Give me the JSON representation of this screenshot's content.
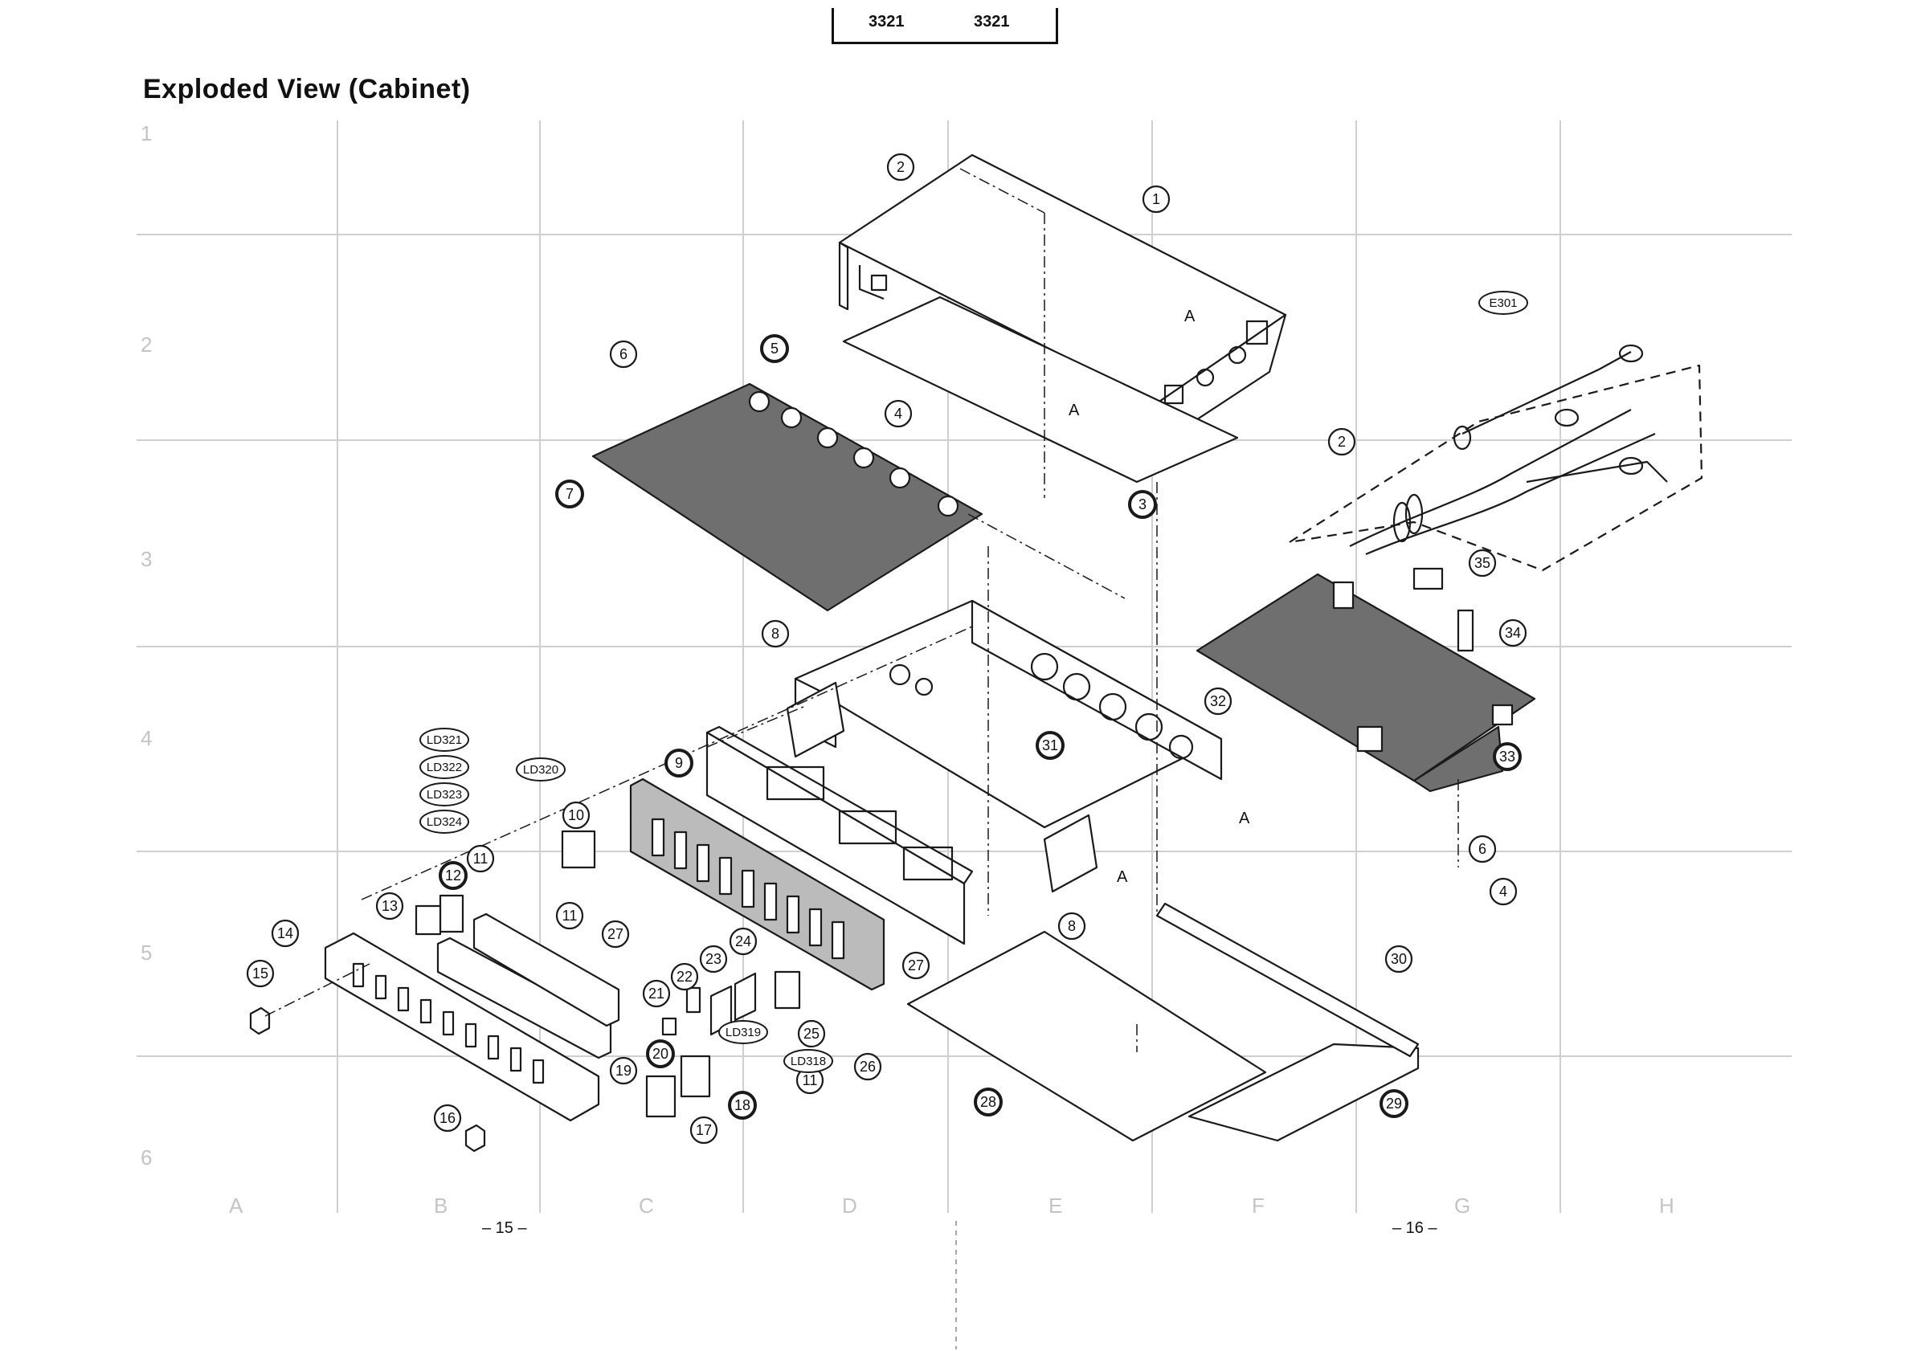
{
  "title": "Exploded View (Cabinet)",
  "model_numbers": [
    "3321",
    "3321"
  ],
  "page_numbers": [
    "– 15 –",
    "– 16 –"
  ],
  "grid": {
    "columns": [
      "A",
      "B",
      "C",
      "D",
      "E",
      "F",
      "G",
      "H"
    ],
    "rows": [
      "1",
      "2",
      "3",
      "4",
      "5",
      "6"
    ]
  },
  "callouts": [
    "1",
    "2",
    "2",
    "3",
    "4",
    "4",
    "5",
    "6",
    "6",
    "7",
    "8",
    "8",
    "9",
    "10",
    "11",
    "11",
    "11",
    "12",
    "13",
    "14",
    "15",
    "16",
    "17",
    "18",
    "19",
    "20",
    "21",
    "22",
    "23",
    "24",
    "25",
    "26",
    "27",
    "27",
    "28",
    "29",
    "30",
    "31",
    "32",
    "33",
    "34",
    "35"
  ],
  "reference_labels": [
    "LD321",
    "LD322",
    "LD323",
    "LD324",
    "LD320",
    "LD319",
    "LD318",
    "E301"
  ],
  "connection_marks": [
    "A",
    "A",
    "A",
    "A"
  ],
  "colors": {
    "line": "#1a1a1a",
    "pcb_fill": "#6f6f6f",
    "grid": "#cfcfcf"
  }
}
